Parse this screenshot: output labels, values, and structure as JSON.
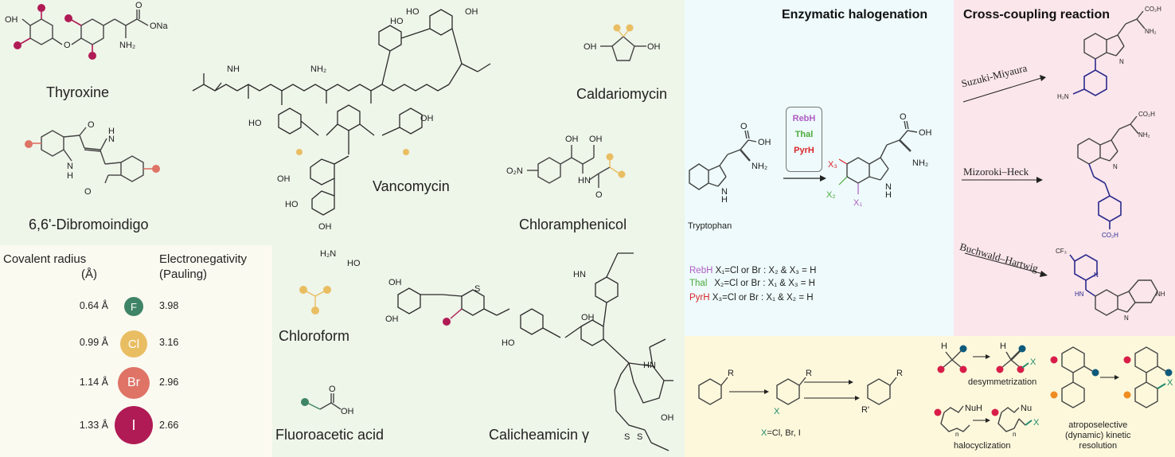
{
  "natural_products": {
    "thyroxine": "Thyroxine",
    "dibromoindigo": "6,6'-Dibromoindigo",
    "vancomycin": "Vancomycin",
    "caldariomycin": "Caldariomycin",
    "chloramphenicol": "Chloramphenicol",
    "chloroform": "Chloroform",
    "fluoroacetic_acid": "Fluoroacetic acid",
    "calicheamicin": "Calicheamicin γ"
  },
  "halogen_properties": {
    "radius_header_line1": "Covalent radius",
    "radius_header_line2": "(Å)",
    "en_header_line1": "Electronegativity",
    "en_header_line2": "(Pauling)",
    "rows": [
      {
        "symbol": "F",
        "radius": "0.64 Å",
        "electronegativity": "3.98",
        "color": "#3f8466"
      },
      {
        "symbol": "Cl",
        "radius": "0.99 Å",
        "electronegativity": "3.16",
        "color": "#e9bd62"
      },
      {
        "symbol": "Br",
        "radius": "1.14 Å",
        "electronegativity": "2.96",
        "color": "#de7366"
      },
      {
        "symbol": "I",
        "radius": "1.33 Å",
        "electronegativity": "2.66",
        "color": "#b01b55"
      }
    ]
  },
  "enzymatic": {
    "title": "Enzymatic halogenation",
    "substrate": "Tryptophan",
    "enzymes": [
      {
        "name": "RebH",
        "color": "#b05cc4"
      },
      {
        "name": "Thal",
        "color": "#4caa3c"
      },
      {
        "name": "PyrH",
        "color": "#d9262a"
      }
    ],
    "legend": [
      {
        "enzyme": "RebH",
        "text": "X₁=Cl or Br : X₂ & X₃ = H"
      },
      {
        "enzyme": "Thal",
        "text": "X₂=Cl or Br : X₁ & X₃ = H"
      },
      {
        "enzyme": "PyrH",
        "text": "X₃=Cl or Br : X₁ & X₂ = H"
      }
    ],
    "atoms": {
      "oh": "OH",
      "nh2": "NH₂",
      "o": "O",
      "nh": "N",
      "h": "H",
      "x1": "X₁",
      "x2": "X₂",
      "x3": "X₃"
    }
  },
  "cross_coupling": {
    "title": "Cross-coupling reaction",
    "reactions": [
      "Suzuki-Miyaura",
      "Mizoroki–Heck",
      "Buchwald–Hartwig"
    ],
    "atoms": {
      "co2h": "CO₂H",
      "nh2": "NH₂",
      "h2n": "H₂N",
      "cf3": "CF₃",
      "hn": "HN",
      "nh": "NH",
      "n": "N",
      "h": "H"
    }
  },
  "synthesis": {
    "x_def": "=Cl, Br, I",
    "x": "X",
    "r": "R",
    "r_prime": "R'",
    "desymmetrization": "desymmetrization",
    "halocyclization": "halocyclization",
    "atroposelective": [
      "atroposelective",
      "(dynamic) kinetic",
      "resolution"
    ],
    "nuh": "NuH",
    "nu": "Nu",
    "h": "H",
    "n": "n"
  },
  "colors": {
    "fluorine": "#3f8466",
    "chlorine": "#e9bd62",
    "bromine": "#de7366",
    "iodine": "#b01b55",
    "x_green": "#1f8a6a",
    "dot_red": "#d81e48",
    "dot_blue": "#0d5a7c",
    "dot_orange": "#ef8d22",
    "product_blue": "#2b2a8c"
  }
}
